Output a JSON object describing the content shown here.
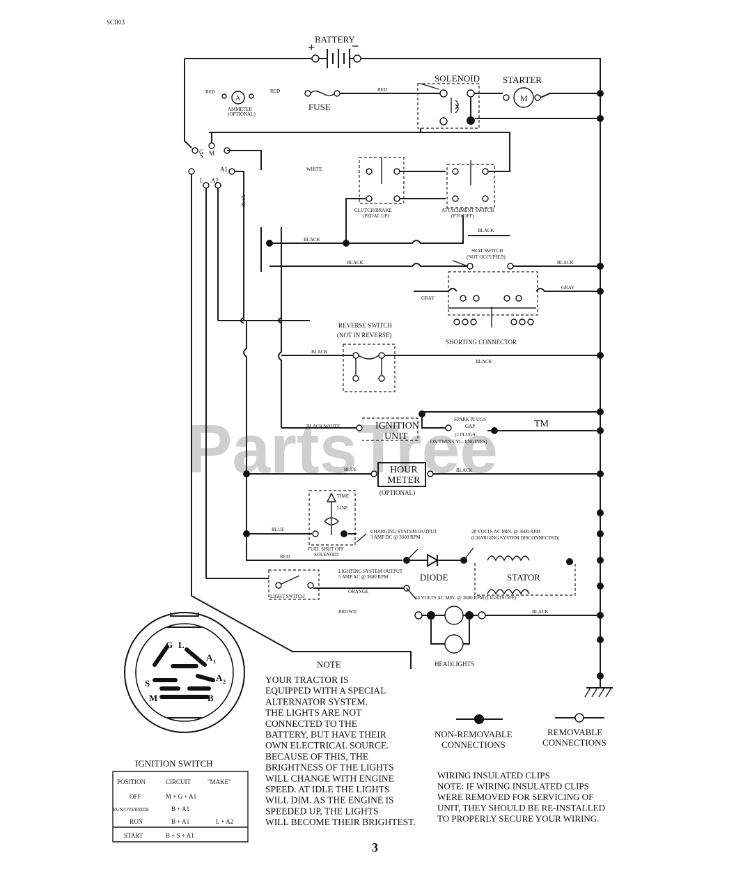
{
  "doc": {
    "code": "SCII03",
    "page_number": "3",
    "watermark": "PartsTree",
    "trademark": "TM"
  },
  "components": {
    "battery": "BATTERY",
    "battery_plus": "+",
    "battery_minus": "−",
    "solenoid": "SOLENOID",
    "starter": "STARTER",
    "starter_symbol": "M",
    "fuse": "FUSE",
    "ammeter_symbol": "A",
    "ammeter_l1": "AMMETER",
    "ammeter_l2": "(OPTIONAL)",
    "clutch_brake_l1": "CLUTCH/BRAKE",
    "clutch_brake_l2": "(PEDAL UP)",
    "attachment_l1": "ATTACHMENT SWITCH",
    "attachment_l2": "(PTO OFF)",
    "seat_switch_l1": "SEAT SWITCH",
    "seat_switch_l2": "(NOT OCCUPIED)",
    "shorting_connector": "SHORTING CONNECTOR",
    "reverse_l1": "REVERSE SWITCH",
    "reverse_l2": "(NOT IN REVERSE)",
    "ignition_unit_l1": "IGNITION",
    "ignition_unit_l2": "UNIT",
    "spark_l1": "SPARK PLUGS",
    "spark_l2": "GAP",
    "spark_l3": "(2 PLUGS",
    "spark_l4": "ON TWIN CYL. ENGINES)",
    "hour_meter_l1": "HOUR",
    "hour_meter_l2": "METER",
    "hour_meter_l3": "(OPTIONAL)",
    "fuel_l1": "FUEL SHUT OFF",
    "fuel_l2": "SOLENOID",
    "fuel_time_l1": "TIME",
    "fuel_time_l2": "LINE",
    "charging_l1": "CHARGING SYSTEM OUTPUT",
    "charging_l2": "3 AMP DC @ 3600 RPM",
    "ac_l1": "28 VOLTS AC MIN. @ 3600 RPM",
    "ac_l2": "(CHARGING SYSTEM DISCONNECTED)",
    "lighting_l1": "LIGHTING SYSTEM OUTPUT",
    "lighting_l2": "5 AMP AC @ 3600 RPM",
    "ac_lights_off": "14 VOLTS AC MIN. @ 3600 RPM (LIGHTS OFF)",
    "diode": "DIODE",
    "stator": "STATOR",
    "light_switch": "LIGHT SWITCH",
    "headlights": "HEADLIGHTS"
  },
  "ignition_terminals": {
    "s": "S",
    "m": "M",
    "g": "G",
    "a1": "A1",
    "l": "L",
    "a2": "A2"
  },
  "ignition_face_labels": {
    "g": "G",
    "l": "L",
    "a1": "A",
    "a1_sub": "1",
    "a2": "A",
    "a2_sub": "2",
    "s": "S",
    "m": "M",
    "b": "B"
  },
  "wire_colors": {
    "red_left": "RED",
    "red_right": "RED",
    "red_fuse": "RED",
    "white": "WHITE",
    "blue_vertical": "BLUE",
    "black_1": "BLACK",
    "black_2": "BLACK",
    "black_3": "BLACK",
    "black_seat_right": "BLACK",
    "gray_left": "GRAY",
    "gray_right": "GRAY",
    "black_rev": "BLACK",
    "black_rev_right": "BLACK",
    "black_white": "BLACK/WHITE",
    "blue_hour": "BLUE",
    "black_hour": "BLACK",
    "blue_fuel": "BLUE",
    "red_diode": "RED",
    "orange": "ORANGE",
    "brown": "BROWN",
    "black_head": "BLACK"
  },
  "ignition_switch": {
    "title": "IGNITION SWITCH",
    "headers": [
      "POSITION",
      "CIRCUIT",
      "\"MAKE\""
    ],
    "rows": [
      [
        "OFF",
        "M + G + A1",
        ""
      ],
      [
        "RUN/OVERRIDE",
        "B + A1",
        ""
      ],
      [
        "RUN",
        "B + A1",
        "L + A2"
      ],
      [
        "START",
        "B + S + A1",
        ""
      ]
    ]
  },
  "note": {
    "title": "NOTE",
    "lines": [
      "YOUR TRACTOR IS",
      "EQUIPPED WITH A SPECIAL",
      "ALTERNATOR SYSTEM.",
      "THE LIGHTS ARE NOT",
      "CONNECTED TO THE",
      "BATTERY, BUT HAVE THEIR",
      "OWN ELECTRICAL SOURCE.",
      "BECAUSE OF THIS, THE",
      "BRIGHTNESS OF THE LIGHTS",
      "WILL CHANGE WITH ENGINE",
      "SPEED.  AT IDLE THE LIGHTS",
      "WILL DIM.  AS THE ENGINE IS",
      "SPEEDED UP, THE LIGHTS",
      "WILL BECOME THEIR BRIGHTEST."
    ]
  },
  "legend": {
    "non_removable_l1": "NON-REMOVABLE",
    "non_removable_l2": "CONNECTIONS",
    "removable_l1": "REMOVABLE",
    "removable_l2": "CONNECTIONS"
  },
  "clips_note": {
    "lines": [
      "WIRING INSULATED CLIPS",
      "NOTE: IF WIRING INSULATED CLIPS",
      "WERE REMOVED FOR SERVICING OF",
      "UNIT, THEY SHOULD BE RE-INSTALLED",
      "TO PROPERLY SECURE YOUR WIRING."
    ]
  }
}
